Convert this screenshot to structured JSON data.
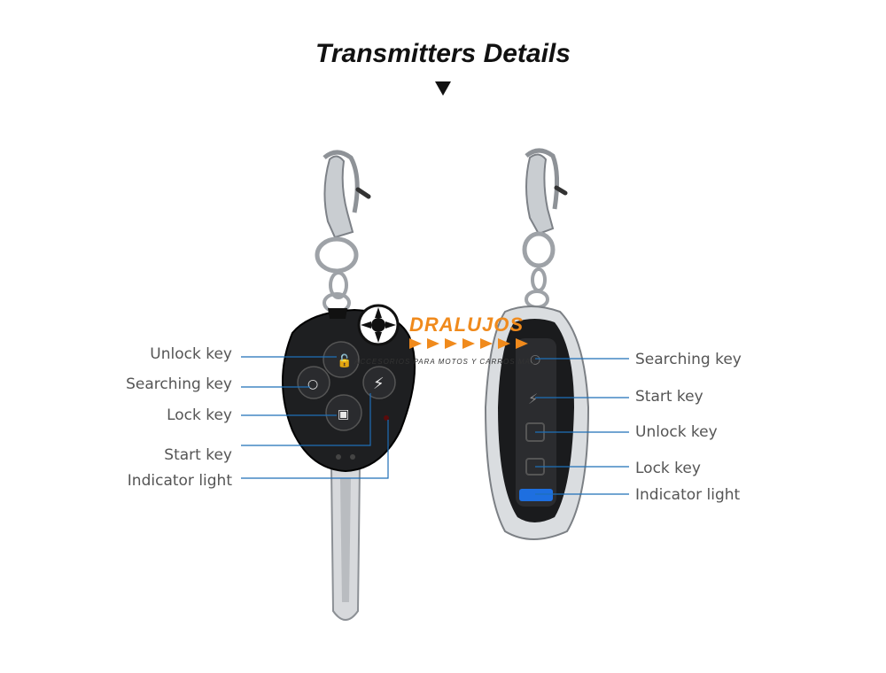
{
  "title": "Transmitters Details",
  "left_labels": {
    "unlock": "Unlock key",
    "searching": "Searching key",
    "lock": "Lock key",
    "start": "Start key",
    "indicator": "Indicator light"
  },
  "right_labels": {
    "searching": "Searching key",
    "start": "Start key",
    "unlock": "Unlock key",
    "lock": "Lock key",
    "indicator": "Indicator light"
  },
  "watermark": {
    "brand": "DRALUJOS",
    "tagline": "ACCESORIOS PARA MOTOS Y CARROS MAS"
  },
  "colors": {
    "leader_line": "#1e6fb8",
    "indicator_blue": "#1e6fe0",
    "brand_orange": "#f08a1c"
  }
}
